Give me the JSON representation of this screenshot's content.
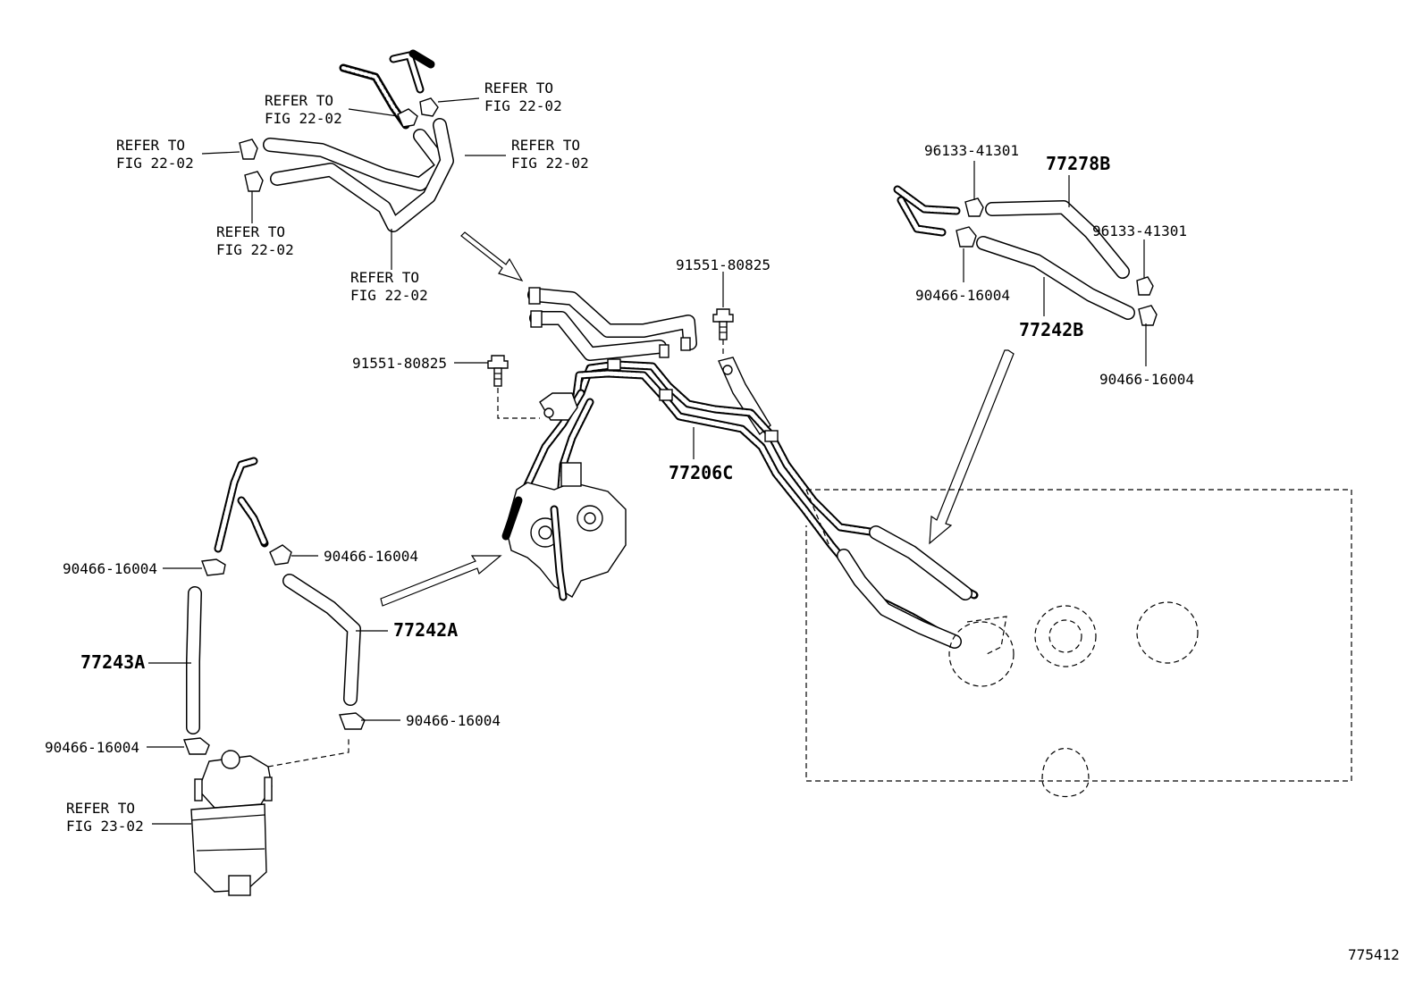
{
  "labels": {
    "refer_a_line1": "REFER TO",
    "refer_a_line2": "FIG 22-02",
    "refer_b_line1": "REFER TO",
    "refer_b_line2": "FIG 22-02",
    "refer_c_line1": "REFER TO",
    "refer_c_line2": "FIG 22-02",
    "refer_d_line1": "REFER TO",
    "refer_d_line2": "FIG 22-02",
    "refer_e_line1": "REFER TO",
    "refer_e_line2": "FIG 22-02",
    "refer_f_line1": "REFER TO",
    "refer_f_line2": "FIG 22-02",
    "refer_g_line1": "REFER TO",
    "refer_g_line2": "FIG 23-02",
    "bolt_upper": "91551-80825",
    "bolt_left": "91551-80825",
    "clip_96133_upper": "96133-41301",
    "clip_96133_right": "96133-41301",
    "clip_90466_right_upper": "90466-16004",
    "clip_90466_right_lower": "90466-16004",
    "clip_90466_left_upper": "90466-16004",
    "clip_90466_mid_upper": "90466-16004",
    "clip_90466_mid_lower": "90466-16004",
    "clip_90466_left_lower": "90466-16004",
    "part_77278B": "77278B",
    "part_77242B": "77242B",
    "part_77206C": "77206C",
    "part_77242A": "77242A",
    "part_77243A": "77243A",
    "figure_number": "775412"
  }
}
